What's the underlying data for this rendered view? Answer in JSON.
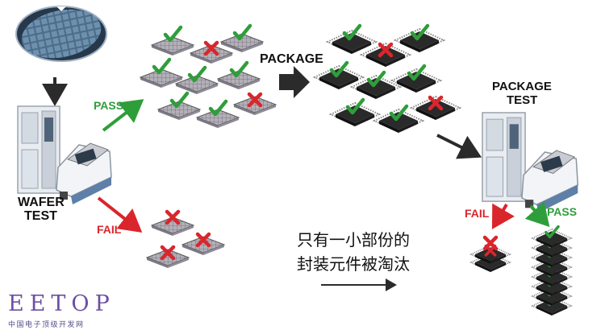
{
  "labels": {
    "wafer_test_line1": "WAFER",
    "wafer_test_line2": "TEST",
    "pass_left": "PASS",
    "fail_left": "FAIL",
    "package": "PACKAGE",
    "package_test_line1": "PACKAGE",
    "package_test_line2": "TEST",
    "fail_right": "FAIL",
    "pass_right": "PASS"
  },
  "note": {
    "line1": "只有一小部份的",
    "line2": "封装元件被淘汰"
  },
  "logo": {
    "brand": "EETOP",
    "sub": "中国电子顶级开发网"
  },
  "colors": {
    "pass_green": "#2e9e3a",
    "fail_red": "#d9262c",
    "arrow_dark": "#2b2b2b",
    "brand_purple": "#6b4fa3"
  },
  "icons": {
    "die": "bare-die-icon",
    "chip": "packaged-chip-icon",
    "pass": "check-mark-icon",
    "fail": "x-mark-icon",
    "tester": "test-equipment-icon",
    "wafer": "wafer-icon"
  }
}
